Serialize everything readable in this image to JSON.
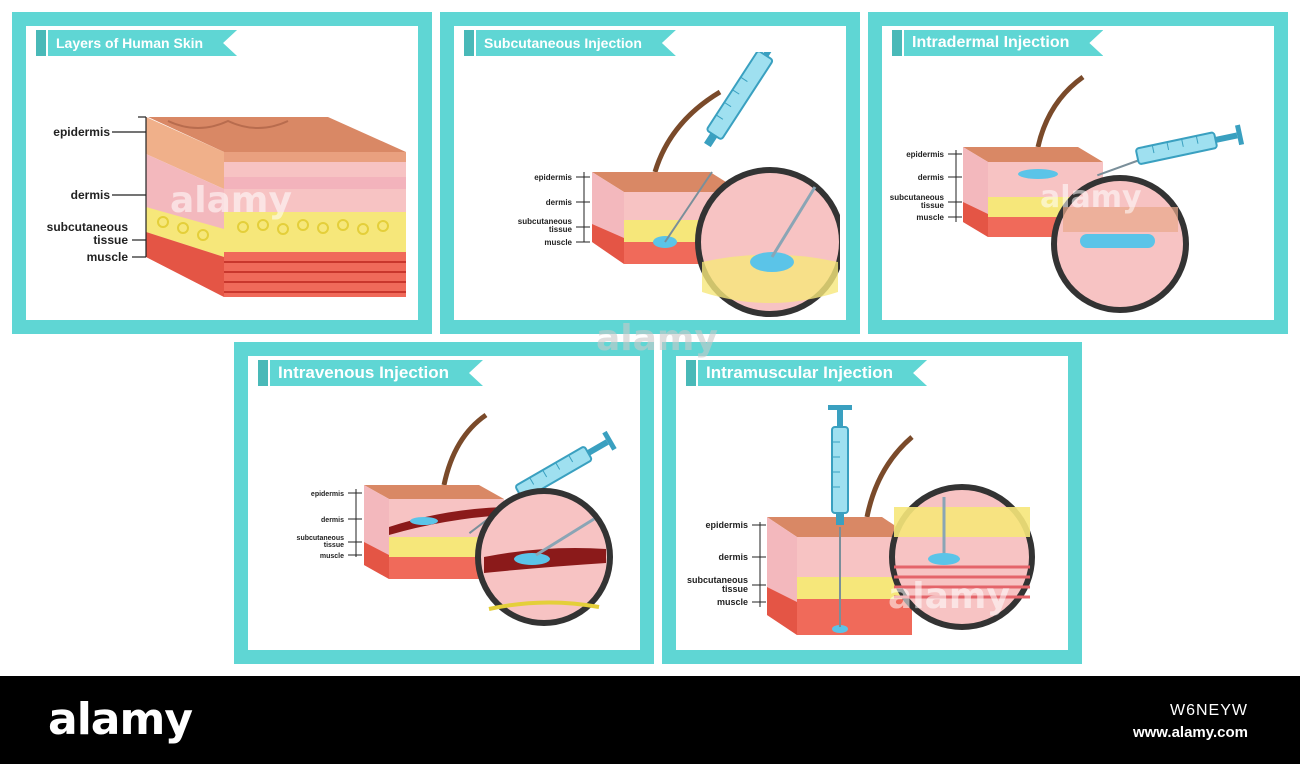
{
  "panels": [
    {
      "title": "Layers of Human Skin",
      "labels": [
        "epidermis",
        "dermis",
        "subcutaneous",
        "tissue",
        "muscle"
      ]
    },
    {
      "title": "Subcutaneous Injection",
      "labels": [
        "epidermis",
        "dermis",
        "subcutaneous",
        "tissue",
        "muscle"
      ]
    },
    {
      "title": "Intradermal Injection",
      "labels": [
        "epidermis",
        "dermis",
        "subcutaneous",
        "tissue",
        "muscle"
      ]
    },
    {
      "title": "Intravenous Injection",
      "labels": [
        "epidermis",
        "dermis",
        "subcutaneous",
        "tissue",
        "muscle"
      ]
    },
    {
      "title": "Intramuscular Injection",
      "labels": [
        "epidermis",
        "dermis",
        "subcutaneous",
        "tissue",
        "muscle"
      ]
    }
  ],
  "footer": {
    "brand": "alamy",
    "image_id": "W6NEYW",
    "url": "www.alamy.com"
  },
  "watermark": "alamy",
  "colors": {
    "frame": "#5fd6d4",
    "ribbon_dark": "#49b9b8",
    "epidermis": "#e39a7a",
    "dermis": "#f7c3c3",
    "fat": "#f6e77a",
    "muscle": "#d9473c",
    "injected_fluid": "#5bc4e8"
  }
}
